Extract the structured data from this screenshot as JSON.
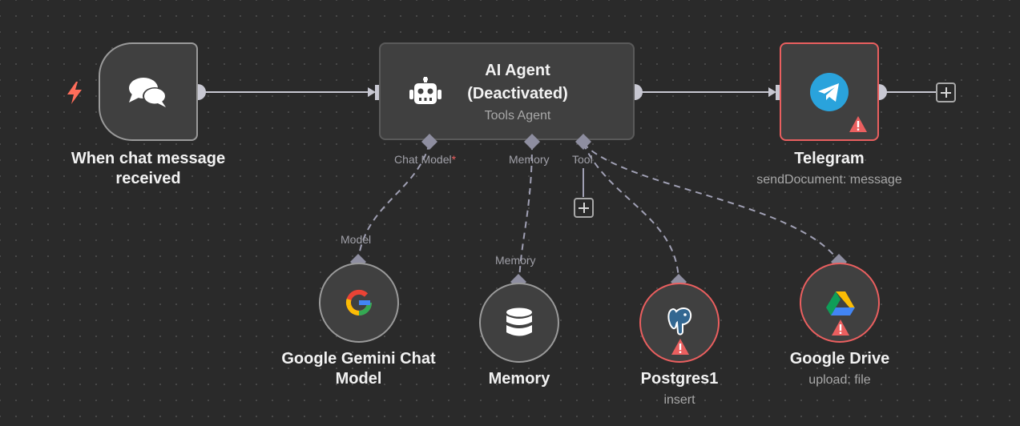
{
  "canvas": {
    "theme": "dark",
    "accent_error": "#ea5f5f",
    "trigger_color": "#ff6d5a"
  },
  "trigger_node": {
    "title": "When chat message received",
    "icon": "chat-bubbles-icon",
    "trigger_icon": "lightning-bolt-icon"
  },
  "agent_node": {
    "title_line1": "AI Agent",
    "title_line2": "(Deactivated)",
    "subtitle": "Tools Agent",
    "icon": "robot-icon",
    "ports": {
      "chat_model": "Chat Model",
      "required_mark": "*",
      "memory": "Memory",
      "tool": "Tool"
    }
  },
  "telegram_node": {
    "title": "Telegram",
    "subtitle": "sendDocument: message",
    "icon": "telegram-icon",
    "status": "warning"
  },
  "sub_nodes": [
    {
      "title_line1": "Google Gemini Chat",
      "title_line2": "Model",
      "port_label": "Model",
      "icon": "google-g-icon"
    },
    {
      "title": "Memory",
      "port_label": "Memory",
      "icon": "database-icon"
    },
    {
      "title": "Postgres1",
      "subtitle": "insert",
      "icon": "postgres-elephant-icon",
      "status": "warning"
    },
    {
      "title": "Google Drive",
      "subtitle": "upload: file",
      "icon": "google-drive-icon",
      "status": "warning"
    }
  ]
}
